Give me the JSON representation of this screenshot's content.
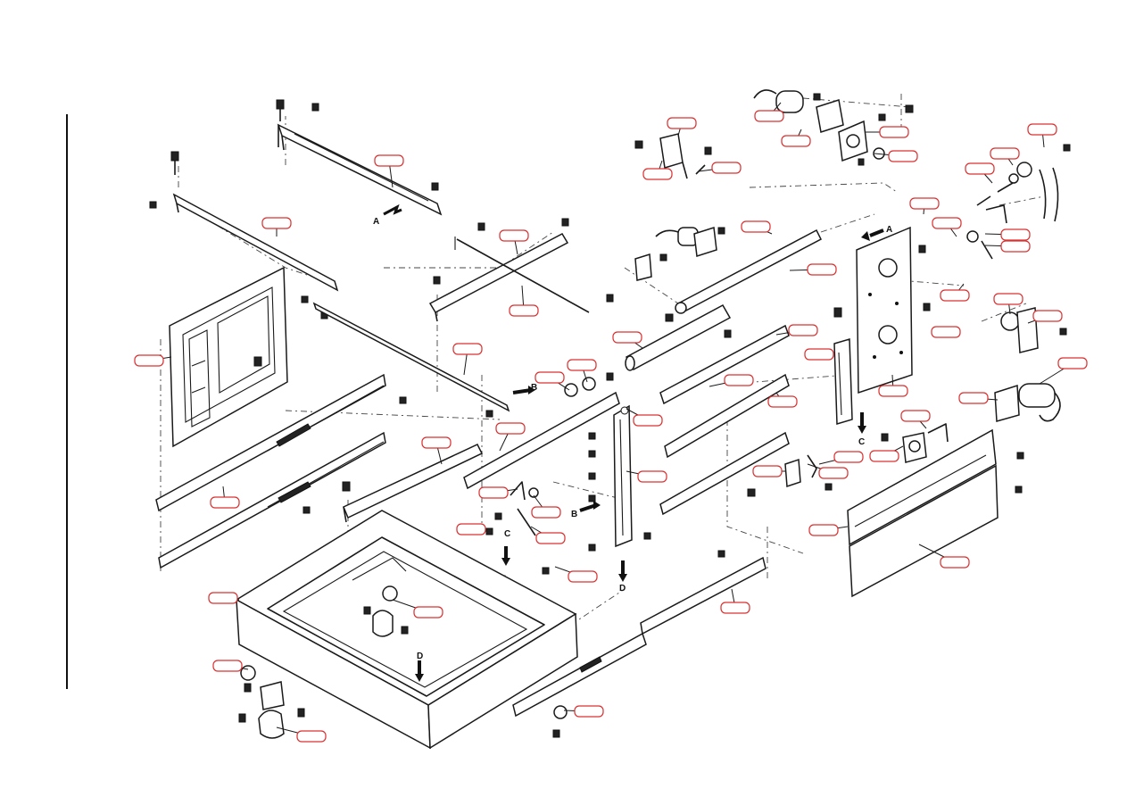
{
  "diagram": {
    "section_letters": {
      "a": "A",
      "b": "B",
      "c": "C",
      "d": "D"
    },
    "callout_color": "#d93030",
    "line_color": "#1a1a1a"
  }
}
